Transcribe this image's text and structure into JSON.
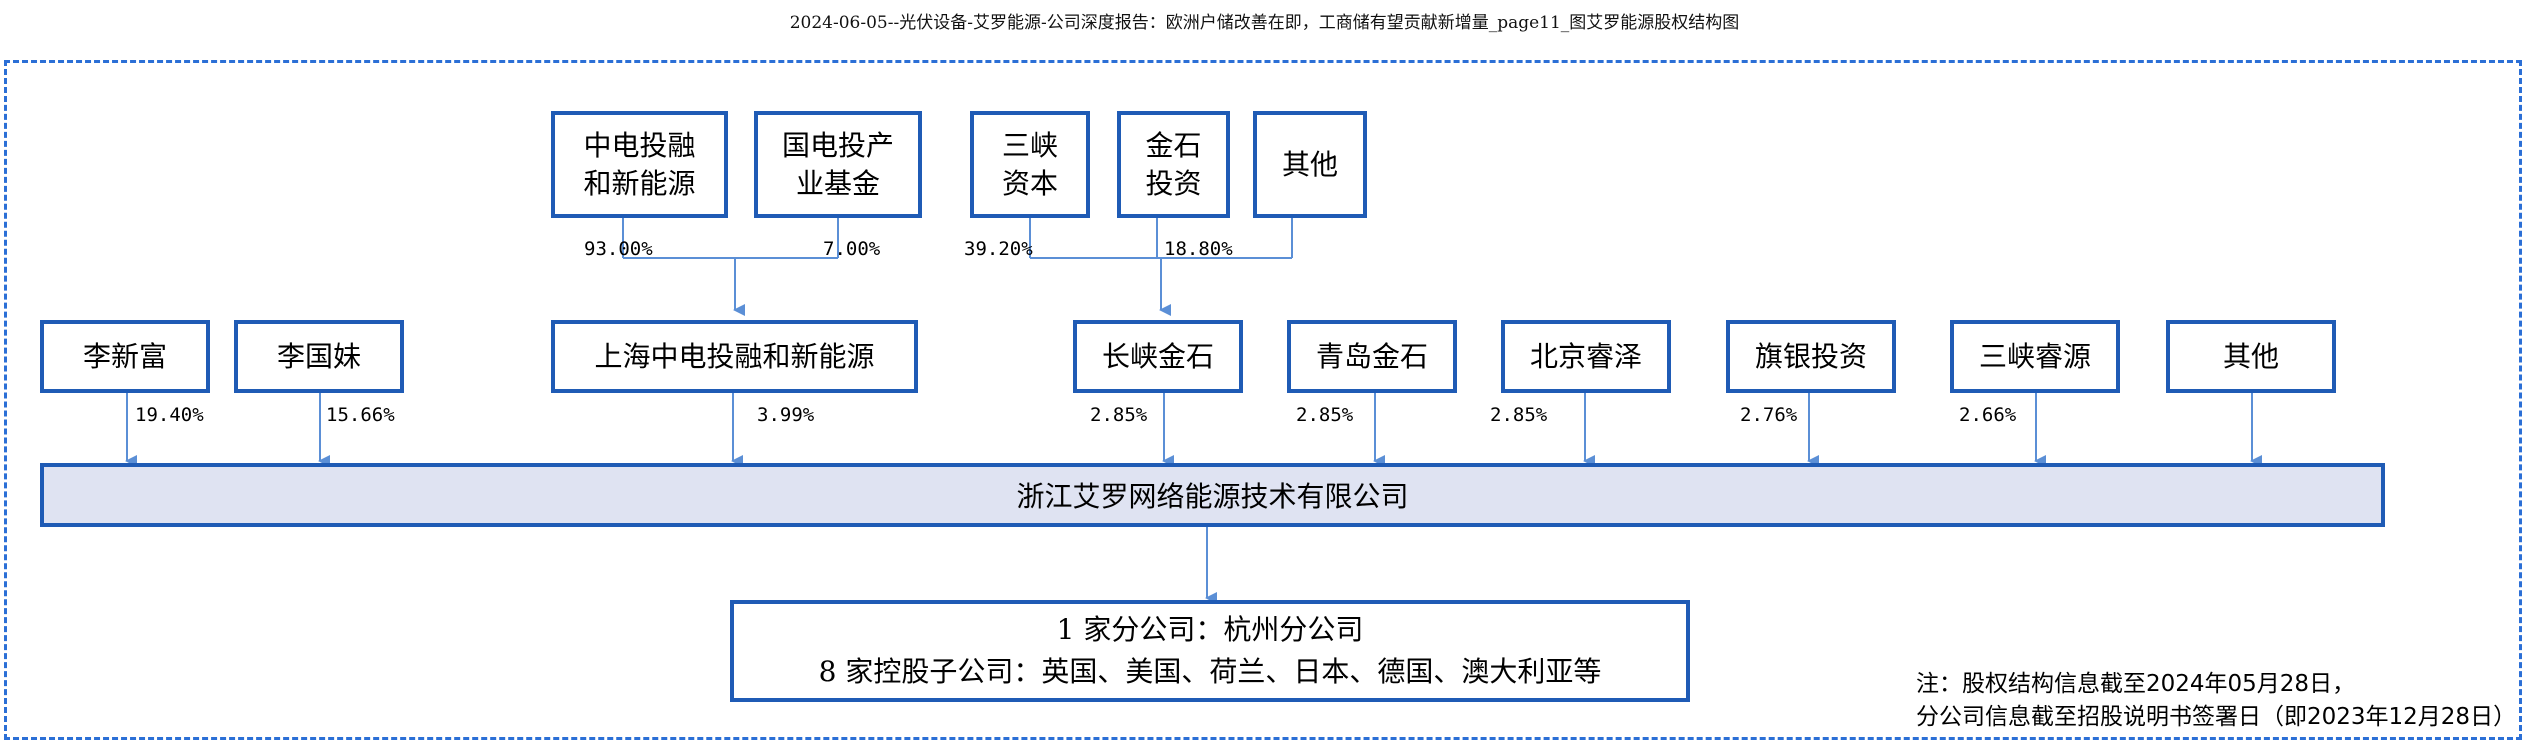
{
  "title": "2024-06-05--光伏设备-艾罗能源-公司深度报告：欧洲户储改善在即，工商储有望贡献新增量_page11_图艾罗能源股权结构图",
  "top_shareholders": {
    "zhongdian": "中电投融\n和新能源",
    "guodian": "国电投产\n业基金",
    "sanxia_capital": "三峡\n资本",
    "jinshi_invest": "金石\n投资",
    "others_top": "其他"
  },
  "top_percents": {
    "zhongdian": "93.00%",
    "guodian": "7.00%",
    "sanxia_capital": "39.20%",
    "jinshi_invest": "18.80%"
  },
  "shareholders": {
    "li_xinfu": "李新富",
    "li_guomei": "李国妹",
    "shanghai_zhongdian": "上海中电投融和新能源",
    "changxia_jinshi": "长峡金石",
    "qingdao_jinshi": "青岛金石",
    "beijing_ruize": "北京睿泽",
    "qiyin_invest": "旗银投资",
    "sanxia_ruiyuan": "三峡睿源",
    "others": "其他"
  },
  "holdings": {
    "li_xinfu": "19.40%",
    "li_guomei": "15.66%",
    "shanghai_zhongdian": "3.99%",
    "changxia_jinshi": "2.85%",
    "qingdao_jinshi": "2.85%",
    "beijing_ruize": "2.85%",
    "qiyin_invest": "2.76%",
    "sanxia_ruiyuan": "2.66%"
  },
  "company": "浙江艾罗网络能源技术有限公司",
  "subsidiaries": {
    "branch": "1 家分公司：杭州分公司",
    "holding": "8 家控股子公司：英国、美国、荷兰、日本、德国、澳大利亚等"
  },
  "note": {
    "line1": "注：股权结构信息截至2024年05月28日，",
    "line2": "分公司信息截至招股说明书签署日（即2023年12月28日）"
  },
  "colors": {
    "border": "#1f5bb5",
    "arrow": "#5b8fd6",
    "main_fill": "#dfe3f2",
    "frame": "#2b6fd6"
  }
}
